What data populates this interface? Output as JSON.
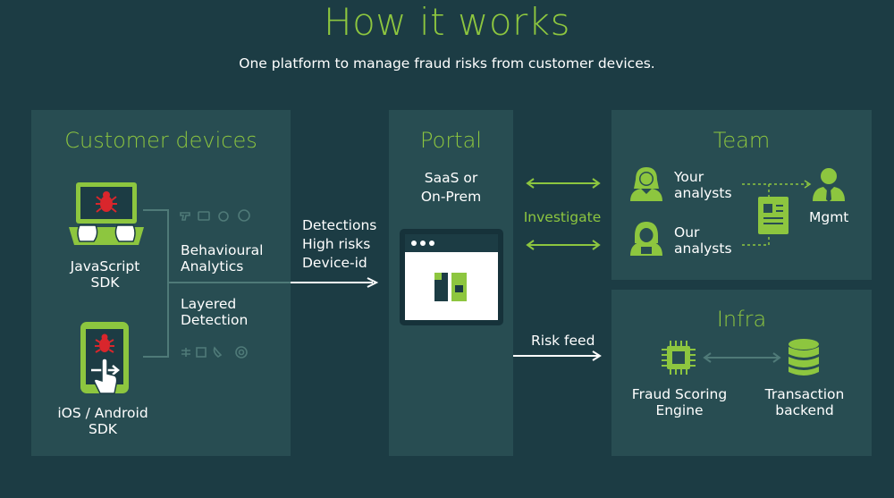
{
  "header": {
    "title": "How it works",
    "subtitle": "One platform to manage fraud risks from customer devices."
  },
  "customer_devices": {
    "title": "Customer devices",
    "laptop_label_1": "JavaScript",
    "laptop_label_2": "SDK",
    "phone_label_1": "iOS / Android",
    "phone_label_2": "SDK",
    "behavioural_1": "Behavioural",
    "behavioural_2": "Analytics",
    "layered_1": "Layered",
    "layered_2": "Detection"
  },
  "flow": {
    "line_1": "Detections",
    "line_2": "High risks",
    "line_3": "Device-id"
  },
  "portal": {
    "title": "Portal",
    "deploy_1": "SaaS or",
    "deploy_2": "On-Prem"
  },
  "links": {
    "investigate": "Investigate",
    "risk_feed": "Risk feed"
  },
  "team": {
    "title": "Team",
    "your_1": "Your",
    "your_2": "analysts",
    "our_1": "Our",
    "our_2": "analysts",
    "mgmt": "Mgmt"
  },
  "infra": {
    "title": "Infra",
    "engine_1": "Fraud Scoring",
    "engine_2": "Engine",
    "backend_1": "Transaction",
    "backend_2": "backend"
  },
  "colors": {
    "background": "#1c3c44",
    "panel": "#284d52",
    "accent_green": "#8dc63f",
    "bug_red": "#d9262c"
  }
}
